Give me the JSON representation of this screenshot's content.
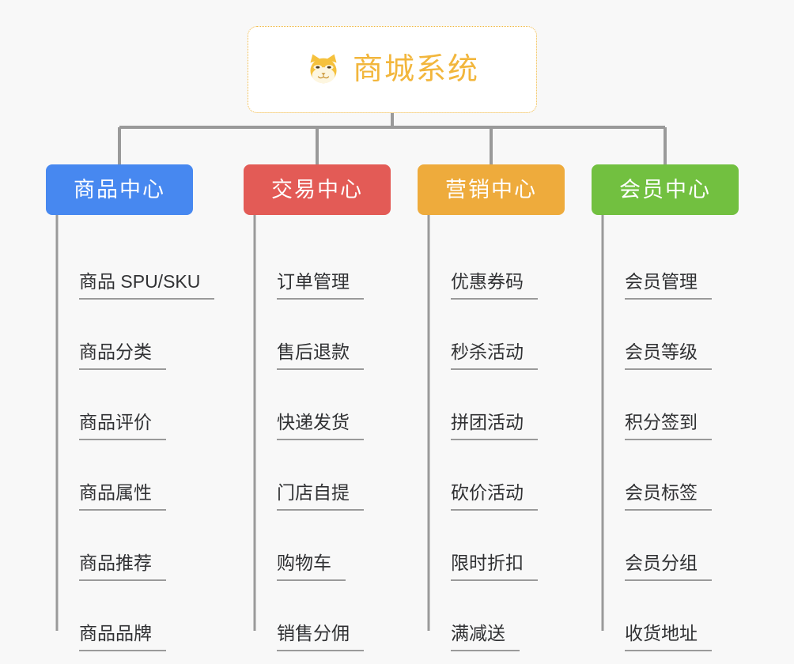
{
  "page": {
    "background_color": "#f8f8f8",
    "diagram_type": "organization-tree"
  },
  "root": {
    "icon_name": "shiba-dog-face-icon",
    "title": "商城系统",
    "title_color": "#f2b63c",
    "border_color": "#f0b73f",
    "background_color": "#ffffff"
  },
  "connector": {
    "color": "#9a9a9a"
  },
  "columns": [
    {
      "id": "product-center",
      "label": "商品中心",
      "color": "#4788f0",
      "items": [
        "商品 SPU/SKU",
        "商品分类",
        "商品评价",
        "商品属性",
        "商品推荐",
        "商品品牌"
      ]
    },
    {
      "id": "trade-center",
      "label": "交易中心",
      "color": "#e35b56",
      "items": [
        "订单管理",
        "售后退款",
        "快递发货",
        "门店自提",
        "购物车",
        "销售分佣"
      ]
    },
    {
      "id": "marketing-center",
      "label": "营销中心",
      "color": "#eeab3c",
      "items": [
        "优惠券码",
        "秒杀活动",
        "拼团活动",
        "砍价活动",
        "限时折扣",
        "满减送"
      ]
    },
    {
      "id": "member-center",
      "label": "会员中心",
      "color": "#72c040",
      "items": [
        "会员管理",
        "会员等级",
        "积分签到",
        "会员标签",
        "会员分组",
        "收货地址"
      ]
    }
  ]
}
